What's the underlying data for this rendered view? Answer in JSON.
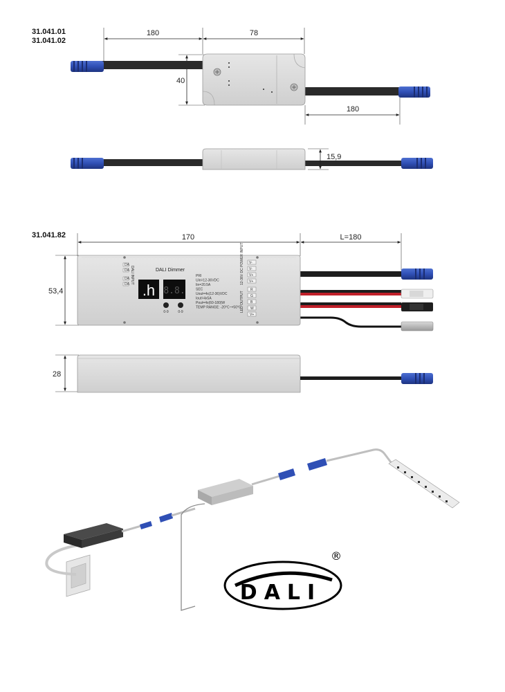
{
  "section1": {
    "part_numbers": [
      "31.041.01",
      "31.041.02"
    ],
    "dim_top_left": "180",
    "dim_top_right": "78",
    "dim_height": "40",
    "dim_bottom_right": "180",
    "dim_side_height": "15,9"
  },
  "section2": {
    "part_number": "31.041.82",
    "dim_length": "170",
    "dim_cable": "L=180",
    "dim_height": "53,4",
    "dim_side_height": "28",
    "device": {
      "title": "DALI Dimmer",
      "display_left": ".h",
      "display_right": "8.8.",
      "button_a": "0-9",
      "button_b": "0-9",
      "spec_lines": [
        "PRI",
        "Uin=12-36VDC",
        "Iin=20.5A",
        "SEC",
        "Uout=4x(12-36)VDC",
        "Iout=4x5A",
        "Pout=4x(60-180)W",
        "TEMP RANGE: -20°C~+50°C"
      ],
      "left_terminal_label": "DALI INPUT",
      "left_terminals": [
        "DA",
        "DA",
        "DA",
        "DA"
      ],
      "power_label": "12-36V DC POWER INPUT",
      "power_terminals": [
        "V-",
        "V-",
        "V+",
        "V+"
      ],
      "output_label": "LED OUTPUT",
      "output_terminals": [
        "R",
        "G",
        "B",
        "W",
        "V+"
      ]
    }
  },
  "logo": {
    "text": "DALI",
    "registered": "®"
  }
}
